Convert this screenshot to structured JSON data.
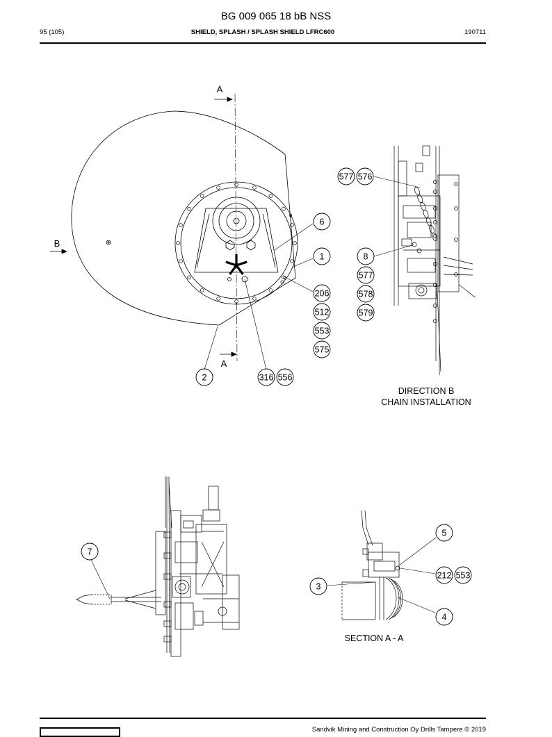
{
  "document": {
    "title": "BG 009 065 18 bB NSS",
    "page": "95 (105)",
    "subject": "SHIELD, SPLASH / SPLASH SHIELD LFRC600",
    "date_code": "190711",
    "footer": "Sandvik Mining and Construction Oy Drills Tampere © 2019"
  },
  "views": {
    "front": {
      "section_marker_top": "A",
      "section_marker_bottom": "A",
      "direction_marker": "B",
      "callouts": [
        "6",
        "1",
        "206",
        "512",
        "553",
        "575",
        "2",
        "316",
        "556"
      ]
    },
    "direction_b": {
      "caption_line1": "DIRECTION B",
      "caption_line2": "CHAIN INSTALLATION",
      "callouts": [
        "577",
        "576",
        "8",
        "577",
        "578",
        "579"
      ]
    },
    "side": {
      "callouts": [
        "7"
      ]
    },
    "section_aa": {
      "caption": "SECTION A - A",
      "callouts": [
        "5",
        "212",
        "553",
        "3",
        "4"
      ]
    }
  }
}
